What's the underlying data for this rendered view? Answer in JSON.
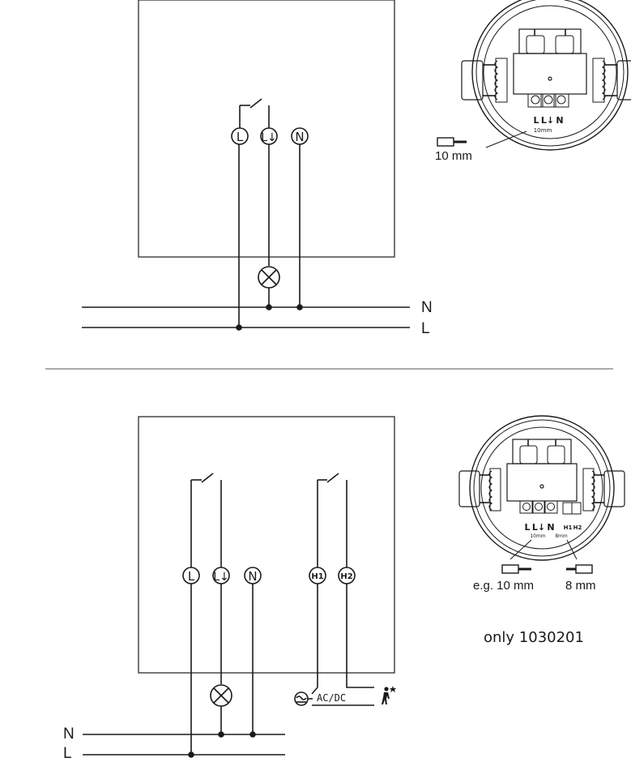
{
  "diagram_top": {
    "terminals": [
      "L",
      "L↓",
      "N"
    ],
    "bus_lines": [
      "N",
      "L"
    ],
    "device_terminal_labels": [
      "L",
      "L↓",
      "N"
    ],
    "strip_label": "10mm",
    "strip_length": "10 mm"
  },
  "divider": true,
  "diagram_bottom": {
    "terminals": [
      "L",
      "L↓",
      "N",
      "H1",
      "H2"
    ],
    "bus_lines": [
      "N",
      "L"
    ],
    "supply_label": "AC/DC",
    "device_terminal_labels": [
      "L",
      "L↓",
      "N",
      "H1",
      "H2"
    ],
    "strip_label_main": "10mm",
    "strip_label_aux": "8mm",
    "strip_length_main": "e.g. 10 mm",
    "strip_length_aux": "8 mm",
    "note": "only 1030201"
  }
}
